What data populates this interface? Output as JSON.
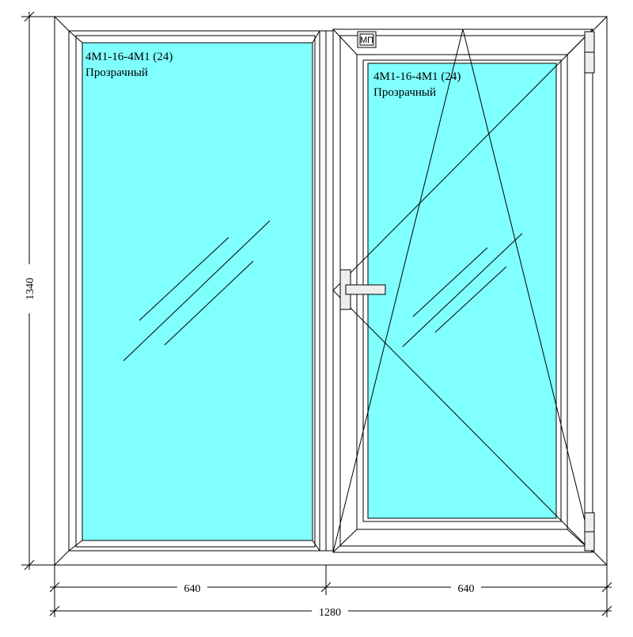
{
  "window": {
    "colors": {
      "glass": "#80FFFF",
      "frame": "#FFFFFF",
      "line": "#000000",
      "hardware": "#EEEEEE"
    },
    "left_pane": {
      "glass_spec": "4M1-16-4M1 (24)",
      "glass_type": "Прозрачный",
      "opening": "fixed"
    },
    "right_pane": {
      "glass_spec": "4M1-16-4M1 (24)",
      "glass_type": "Прозрачный",
      "opening": "tilt-and-turn",
      "mark": "МП"
    },
    "dimensions": {
      "height": "1340",
      "left_width": "640",
      "right_width": "640",
      "total_width": "1280"
    }
  }
}
